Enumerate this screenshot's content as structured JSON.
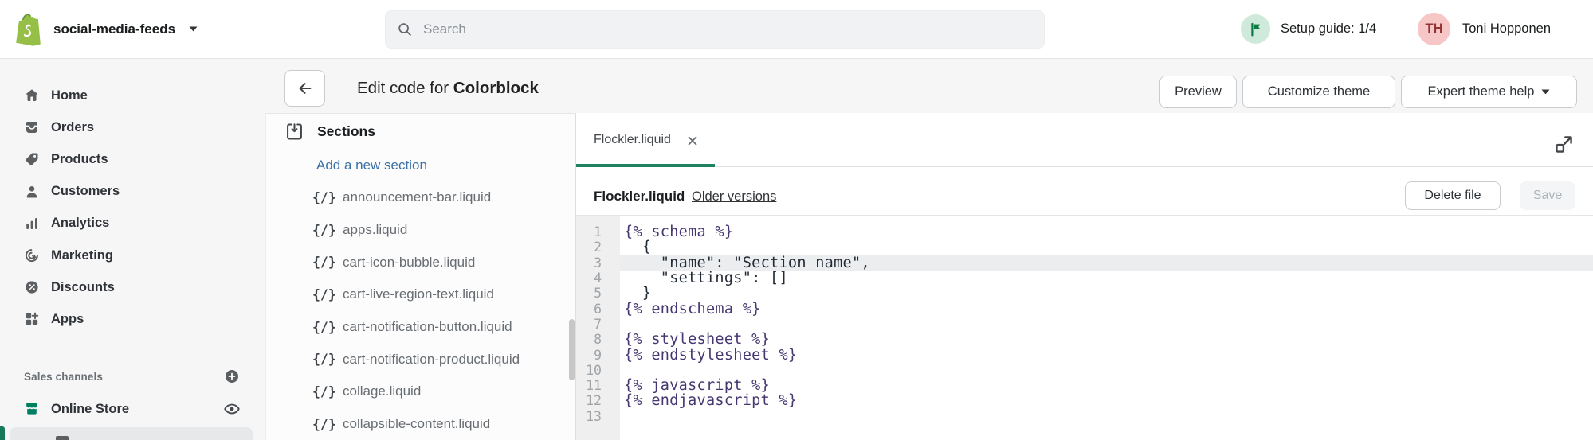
{
  "topbar": {
    "store_name": "social-media-feeds",
    "search_placeholder": "Search",
    "setup_guide_label": "Setup guide: 1/4",
    "user_initials": "TH",
    "user_name": "Toni Hopponen"
  },
  "sidebar": {
    "items": [
      {
        "label": "Home",
        "icon": "home-icon"
      },
      {
        "label": "Orders",
        "icon": "orders-icon"
      },
      {
        "label": "Products",
        "icon": "products-icon"
      },
      {
        "label": "Customers",
        "icon": "customers-icon"
      },
      {
        "label": "Analytics",
        "icon": "analytics-icon"
      },
      {
        "label": "Marketing",
        "icon": "marketing-icon"
      },
      {
        "label": "Discounts",
        "icon": "discounts-icon"
      },
      {
        "label": "Apps",
        "icon": "apps-icon"
      }
    ],
    "sales_channels_label": "Sales channels",
    "online_store_label": "Online Store"
  },
  "header": {
    "title_prefix": "Edit code for ",
    "theme_name": "Colorblock",
    "preview_label": "Preview",
    "customize_label": "Customize theme",
    "expert_help_label": "Expert theme help"
  },
  "sections_panel": {
    "title": "Sections",
    "add_link": "Add a new section",
    "file_icon_glyph": "{/}",
    "files": [
      "announcement-bar.liquid",
      "apps.liquid",
      "cart-icon-bubble.liquid",
      "cart-live-region-text.liquid",
      "cart-notification-button.liquid",
      "cart-notification-product.liquid",
      "collage.liquid",
      "collapsible-content.liquid"
    ]
  },
  "editor": {
    "tab_label": "Flockler.liquid",
    "file_name": "Flockler.liquid",
    "versions_link": "Older versions",
    "delete_label": "Delete file",
    "save_label": "Save",
    "code_lines": [
      {
        "num": 1,
        "text": "{% schema %}",
        "type": "liquid"
      },
      {
        "num": 2,
        "text": "  {",
        "type": "json"
      },
      {
        "num": 3,
        "text": "    \"name\": \"Section name\",",
        "type": "json",
        "highlight": true
      },
      {
        "num": 4,
        "text": "    \"settings\": []",
        "type": "json"
      },
      {
        "num": 5,
        "text": "  }",
        "type": "json"
      },
      {
        "num": 6,
        "text": "{% endschema %}",
        "type": "liquid"
      },
      {
        "num": 7,
        "text": "",
        "type": "empty"
      },
      {
        "num": 8,
        "text": "{% stylesheet %}",
        "type": "liquid"
      },
      {
        "num": 9,
        "text": "{% endstylesheet %}",
        "type": "liquid"
      },
      {
        "num": 10,
        "text": "",
        "type": "empty"
      },
      {
        "num": 11,
        "text": "{% javascript %}",
        "type": "liquid"
      },
      {
        "num": 12,
        "text": "{% endjavascript %}",
        "type": "liquid"
      },
      {
        "num": 13,
        "text": "",
        "type": "empty"
      }
    ]
  },
  "colors": {
    "shopify_logo_green": "#95bf47",
    "shopify_logo_dark_green": "#5e8e3e",
    "nav_icon_grey": "#5c5f62",
    "online_store_green": "#008060",
    "link_blue": "#3c70a4",
    "tab_active_green": "#1e8263",
    "selected_indicator_green": "#17785a",
    "liquid_tag_purple": "#463671",
    "active_line_bg": "#ebedef",
    "avatar_pink": "#f7c6c6",
    "avatar_text": "#8f3434",
    "flag_circle_bg": "#cfe9da",
    "flag_green": "#0c7a43"
  },
  "icons": {
    "search-icon": "magnifier",
    "caret-down-icon": "filled triangle",
    "flag-icon": "flag",
    "sections-icon": "box with down arrow",
    "file-braces-icon": "{/}",
    "close-icon": "x",
    "expand-icon": "fullscreen arrow",
    "back-arrow-icon": "left arrow",
    "plus-circle-icon": "circled plus",
    "eye-icon": "eye"
  }
}
